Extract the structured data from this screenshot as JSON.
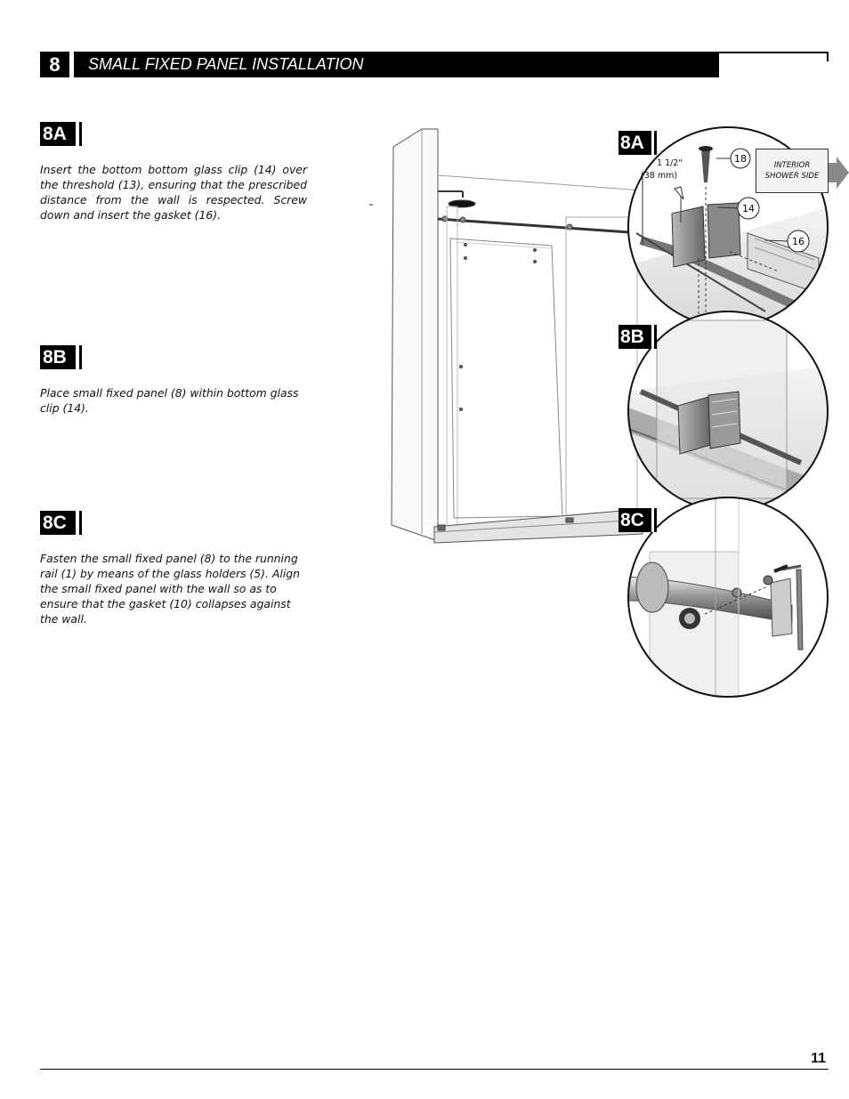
{
  "header": {
    "step_number": "8",
    "title": "SMALL FIXED PANEL INSTALLATION"
  },
  "steps": [
    {
      "id": "8A",
      "text": "Insert the bottom bottom glass clip (14) over the threshold (13), ensuring that the prescribed distance from the wall is respected. Screw down and insert the gasket (16)."
    },
    {
      "id": "8B",
      "text": "Place small fixed panel (8) within bottom glass clip (14)."
    },
    {
      "id": "8C",
      "text": "Fasten the small fixed panel (8) to the running rail (1) by means of the glass holders (5). Align the small fixed panel with the wall so as to ensure that the gasket (10) collapses against the wall."
    }
  ],
  "illustration": {
    "detail_labels": [
      "8A",
      "8B",
      "8C"
    ],
    "callouts": [
      "18",
      "14",
      "16"
    ],
    "dimension_line1": "1 1/2\"",
    "dimension_line2": "(38 mm)",
    "interior_line1": "INTERIOR",
    "interior_line2": "SHOWER SIDE"
  },
  "footer": {
    "page_number": "11"
  }
}
